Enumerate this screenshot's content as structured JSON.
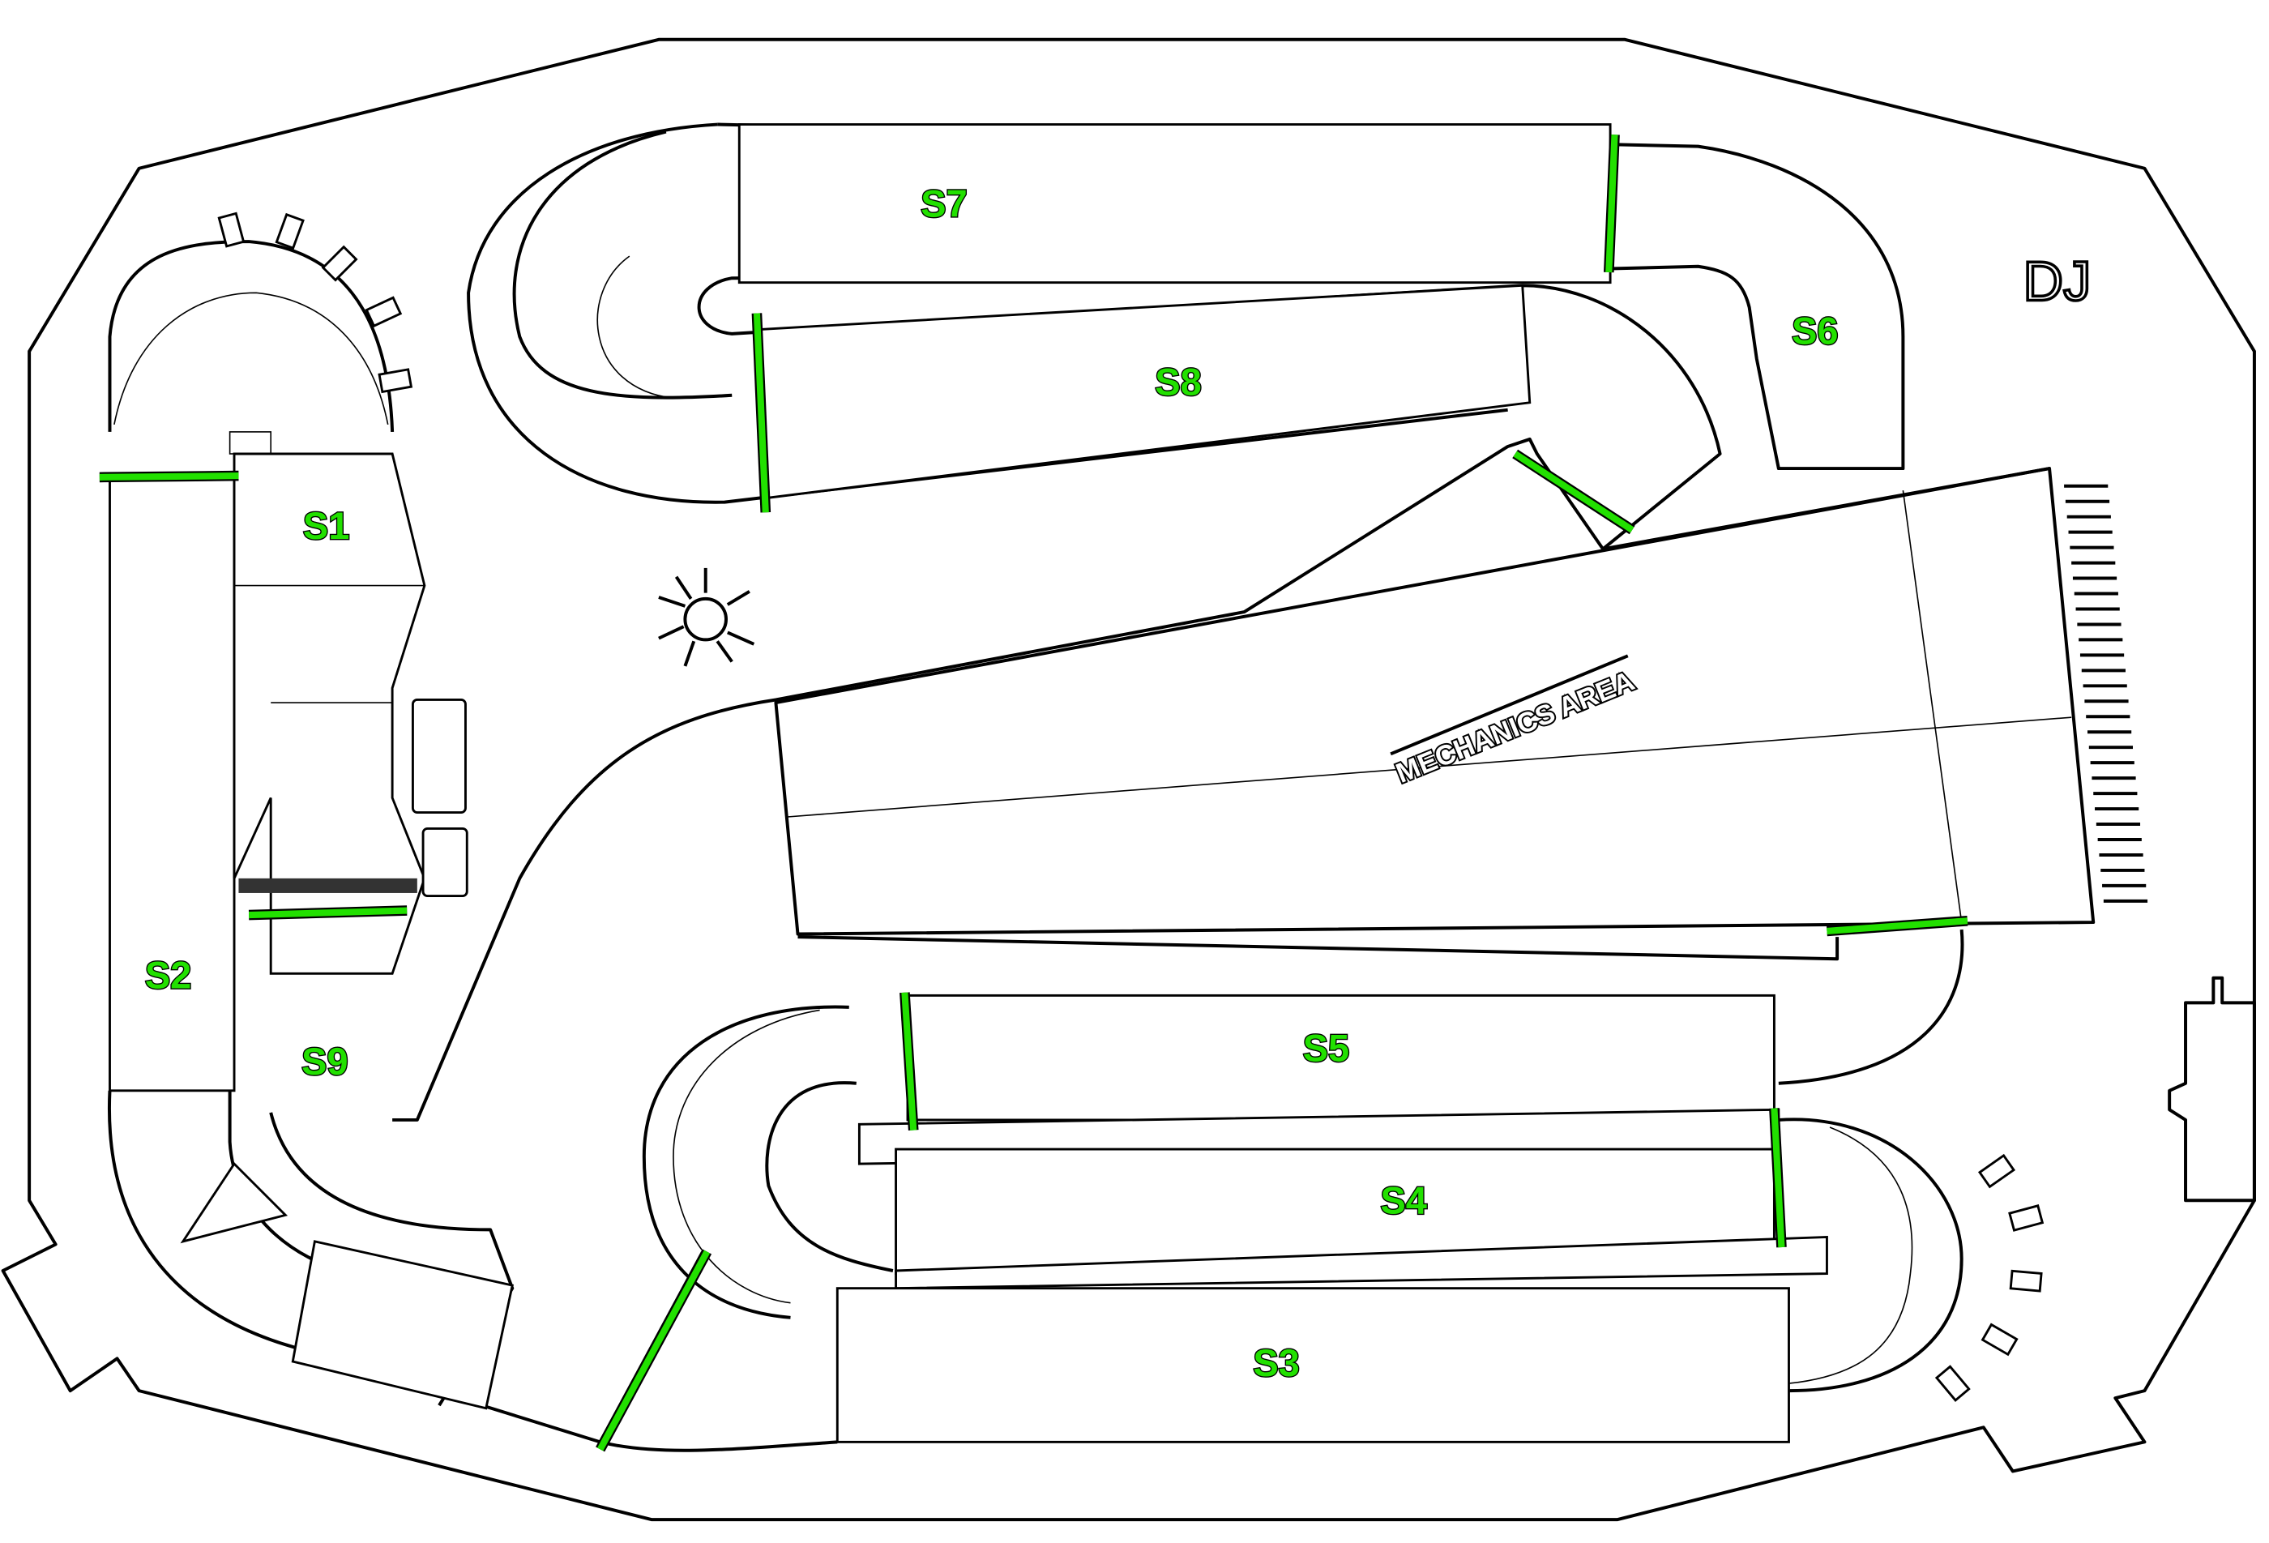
{
  "title": "Track layout",
  "sections": [
    {
      "id": "s1",
      "label": "S1"
    },
    {
      "id": "s2",
      "label": "S2"
    },
    {
      "id": "s3",
      "label": "S3"
    },
    {
      "id": "s4",
      "label": "S4"
    },
    {
      "id": "s5",
      "label": "S5"
    },
    {
      "id": "s6",
      "label": "S6"
    },
    {
      "id": "s7",
      "label": "S7"
    },
    {
      "id": "s8",
      "label": "S8"
    },
    {
      "id": "s9",
      "label": "S9"
    }
  ],
  "areas": {
    "dj": "DJ",
    "mechanics": "MECHANICS AREA"
  },
  "colors": {
    "gate": "#22e000",
    "outline": "#000000"
  }
}
